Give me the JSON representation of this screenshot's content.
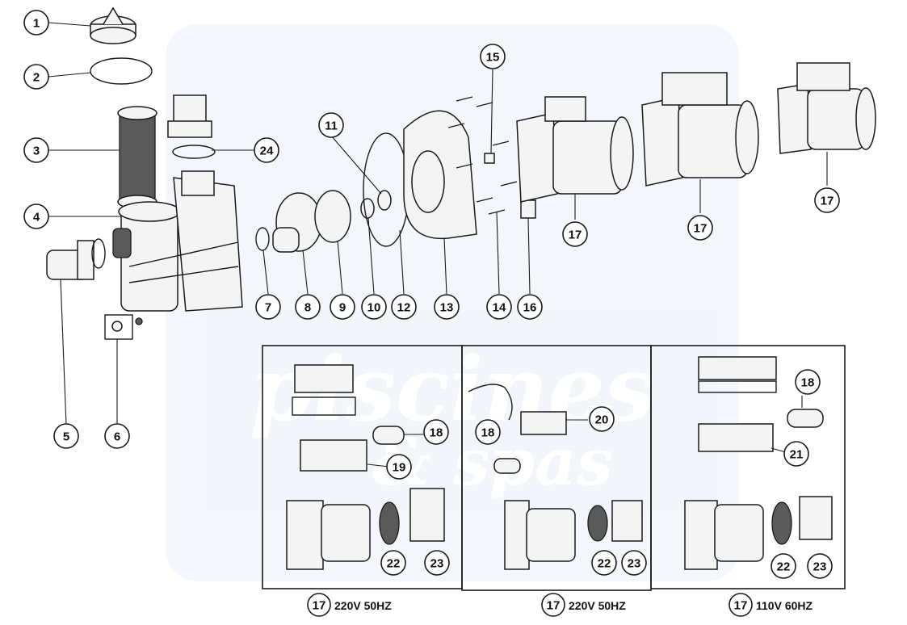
{
  "diagram": {
    "callouts": [
      {
        "id": "c1",
        "label": "1"
      },
      {
        "id": "c2",
        "label": "2"
      },
      {
        "id": "c3",
        "label": "3"
      },
      {
        "id": "c4",
        "label": "4"
      },
      {
        "id": "c5",
        "label": "5"
      },
      {
        "id": "c6",
        "label": "6"
      },
      {
        "id": "c7",
        "label": "7"
      },
      {
        "id": "c8",
        "label": "8"
      },
      {
        "id": "c9",
        "label": "9"
      },
      {
        "id": "c10",
        "label": "10"
      },
      {
        "id": "c11",
        "label": "11"
      },
      {
        "id": "c12",
        "label": "12"
      },
      {
        "id": "c13",
        "label": "13"
      },
      {
        "id": "c14",
        "label": "14"
      },
      {
        "id": "c15",
        "label": "15"
      },
      {
        "id": "c16",
        "label": "16"
      },
      {
        "id": "c17a",
        "label": "17"
      },
      {
        "id": "c17b",
        "label": "17"
      },
      {
        "id": "c17c",
        "label": "17"
      },
      {
        "id": "c24",
        "label": "24"
      },
      {
        "id": "p1_18",
        "label": "18"
      },
      {
        "id": "p1_19",
        "label": "19"
      },
      {
        "id": "p1_22",
        "label": "22"
      },
      {
        "id": "p1_23",
        "label": "23"
      },
      {
        "id": "p2_18",
        "label": "18"
      },
      {
        "id": "p2_20",
        "label": "20"
      },
      {
        "id": "p2_22",
        "label": "22"
      },
      {
        "id": "p2_23",
        "label": "23"
      },
      {
        "id": "p3_18",
        "label": "18"
      },
      {
        "id": "p3_21",
        "label": "21"
      },
      {
        "id": "p3_22",
        "label": "22"
      },
      {
        "id": "p3_23",
        "label": "23"
      }
    ],
    "captions": [
      {
        "part": "17",
        "text": "220V 50HZ"
      },
      {
        "part": "17",
        "text": "220V 50HZ"
      },
      {
        "part": "17",
        "text": "110V 60HZ"
      }
    ],
    "watermark": "piscines & spas"
  },
  "colors": {
    "line": "#1a1a1a",
    "watermark": "#dbe6f3"
  }
}
